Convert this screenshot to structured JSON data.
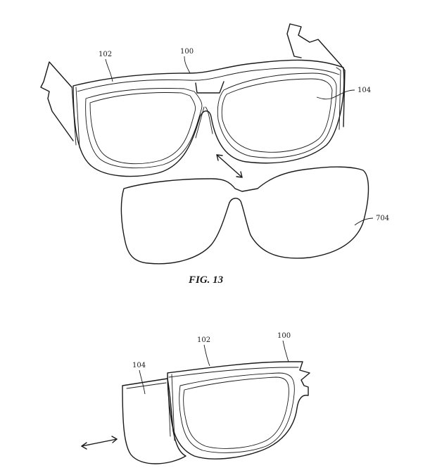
{
  "figure": {
    "caption": "FIG. 13",
    "top_view": {
      "ref_frame": "100",
      "ref_temple": "102",
      "ref_lens": "104",
      "ref_insert": "704"
    },
    "bottom_view": {
      "ref_frame": "100",
      "ref_temple": "102",
      "ref_lens": "104"
    }
  }
}
